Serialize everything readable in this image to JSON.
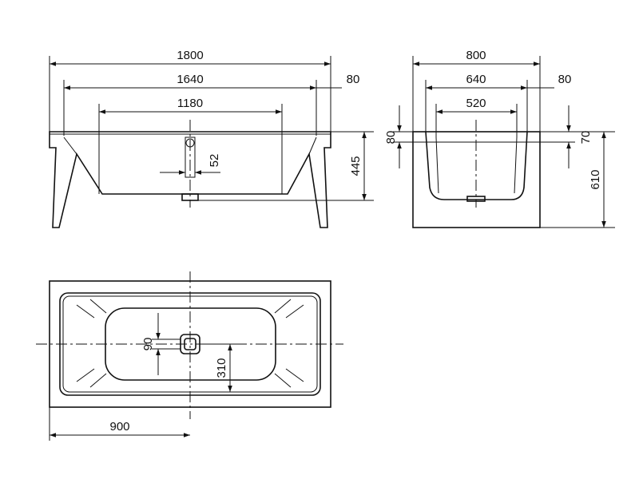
{
  "front_view": {
    "dims": {
      "overall_length": "1800",
      "inner_length": "1640",
      "rim": "80",
      "bottom_length": "1180",
      "overflow_height": "52",
      "depth": "445"
    }
  },
  "side_view": {
    "dims": {
      "overall_width": "800",
      "inner_width": "640",
      "rim": "80",
      "bottom_width": "520",
      "rim_height_left": "80",
      "rim_height_right": "70",
      "total_height": "610"
    }
  },
  "top_view": {
    "dims": {
      "drain_offset": "90",
      "drain_position": "310",
      "half_length": "900"
    }
  },
  "colors": {
    "line": "#111111",
    "background": "#ffffff"
  }
}
